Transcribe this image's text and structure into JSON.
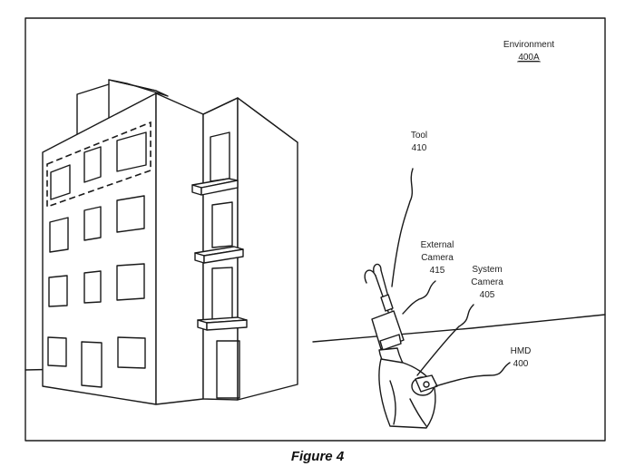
{
  "labels": {
    "environment": {
      "name": "Environment",
      "ref": "400A"
    },
    "tool": {
      "name": "Tool",
      "ref": "410"
    },
    "external_camera": {
      "name_line1": "External",
      "name_line2": "Camera",
      "ref": "415"
    },
    "system_camera": {
      "name_line1": "System",
      "name_line2": "Camera",
      "ref": "405"
    },
    "hmd": {
      "name": "HMD",
      "ref": "400"
    }
  },
  "caption": "Figure 4"
}
